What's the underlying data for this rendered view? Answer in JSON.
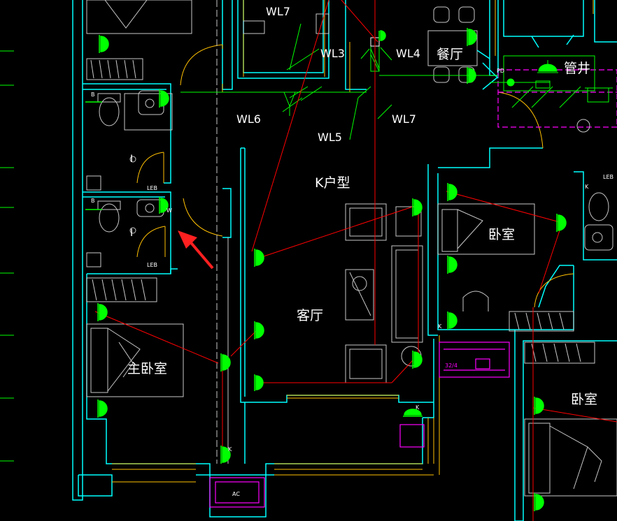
{
  "colors": {
    "background": "#000000",
    "wall": "#00ffff",
    "window": "#ffc000",
    "furniture": "#c8c8c8",
    "socket": "#00ff00",
    "wire_red": "#ff0000",
    "wire_green": "#00ff00",
    "magenta": "#ff00ff",
    "arrow": "#ff2020",
    "white_text": "#ffffff"
  },
  "labels": {
    "wl7_top": "WL7",
    "wl3": "WL3",
    "wl4": "WL4",
    "dining": "餐厅",
    "shaft": "管井",
    "wl6": "WL6",
    "wl5": "WL5",
    "wl7_mid": "WL7",
    "unit_type": "K户型",
    "bedroom_right": "卧室",
    "living_room": "客厅",
    "master_bedroom": "主卧室",
    "bedroom_lower_right": "卧室"
  },
  "tags": {
    "leb_1": "LEB",
    "leb_2": "LEB",
    "leb_3": "LEB",
    "w_tag": "W",
    "b_tag_1": "B",
    "b_tag_2": "B",
    "k_tag_1": "K",
    "k_tag_2": "K",
    "k_tag_3": "K",
    "k_tag_4": "K",
    "pd_tag": "PD",
    "ac_tag": "AC",
    "panel_tag": "32/4",
    "roman_1": "I",
    "roman_2": "I"
  },
  "icons": {
    "socket": "wall-socket-symbol",
    "arrow": "red-pointer-arrow",
    "lamp": "ceiling-lamp-symbol"
  }
}
